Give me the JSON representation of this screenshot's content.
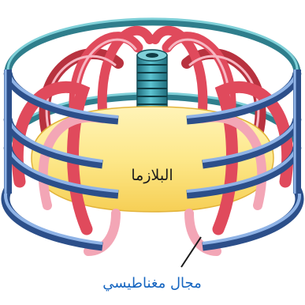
{
  "diagram": {
    "subject": "tokamak",
    "labels": {
      "plasma": "البلازما",
      "magnetic_field": "مجال مغناطيسي"
    },
    "colors": {
      "outer_coil": "#5b86c4",
      "outer_coil_dark": "#2c4f8a",
      "toroidal_coil": "#e04a5c",
      "toroidal_coil_light": "#f3a6b6",
      "plasma": "#fde88a",
      "central_solenoid": "#2f8fa0",
      "field_label": "#1565c0"
    }
  }
}
